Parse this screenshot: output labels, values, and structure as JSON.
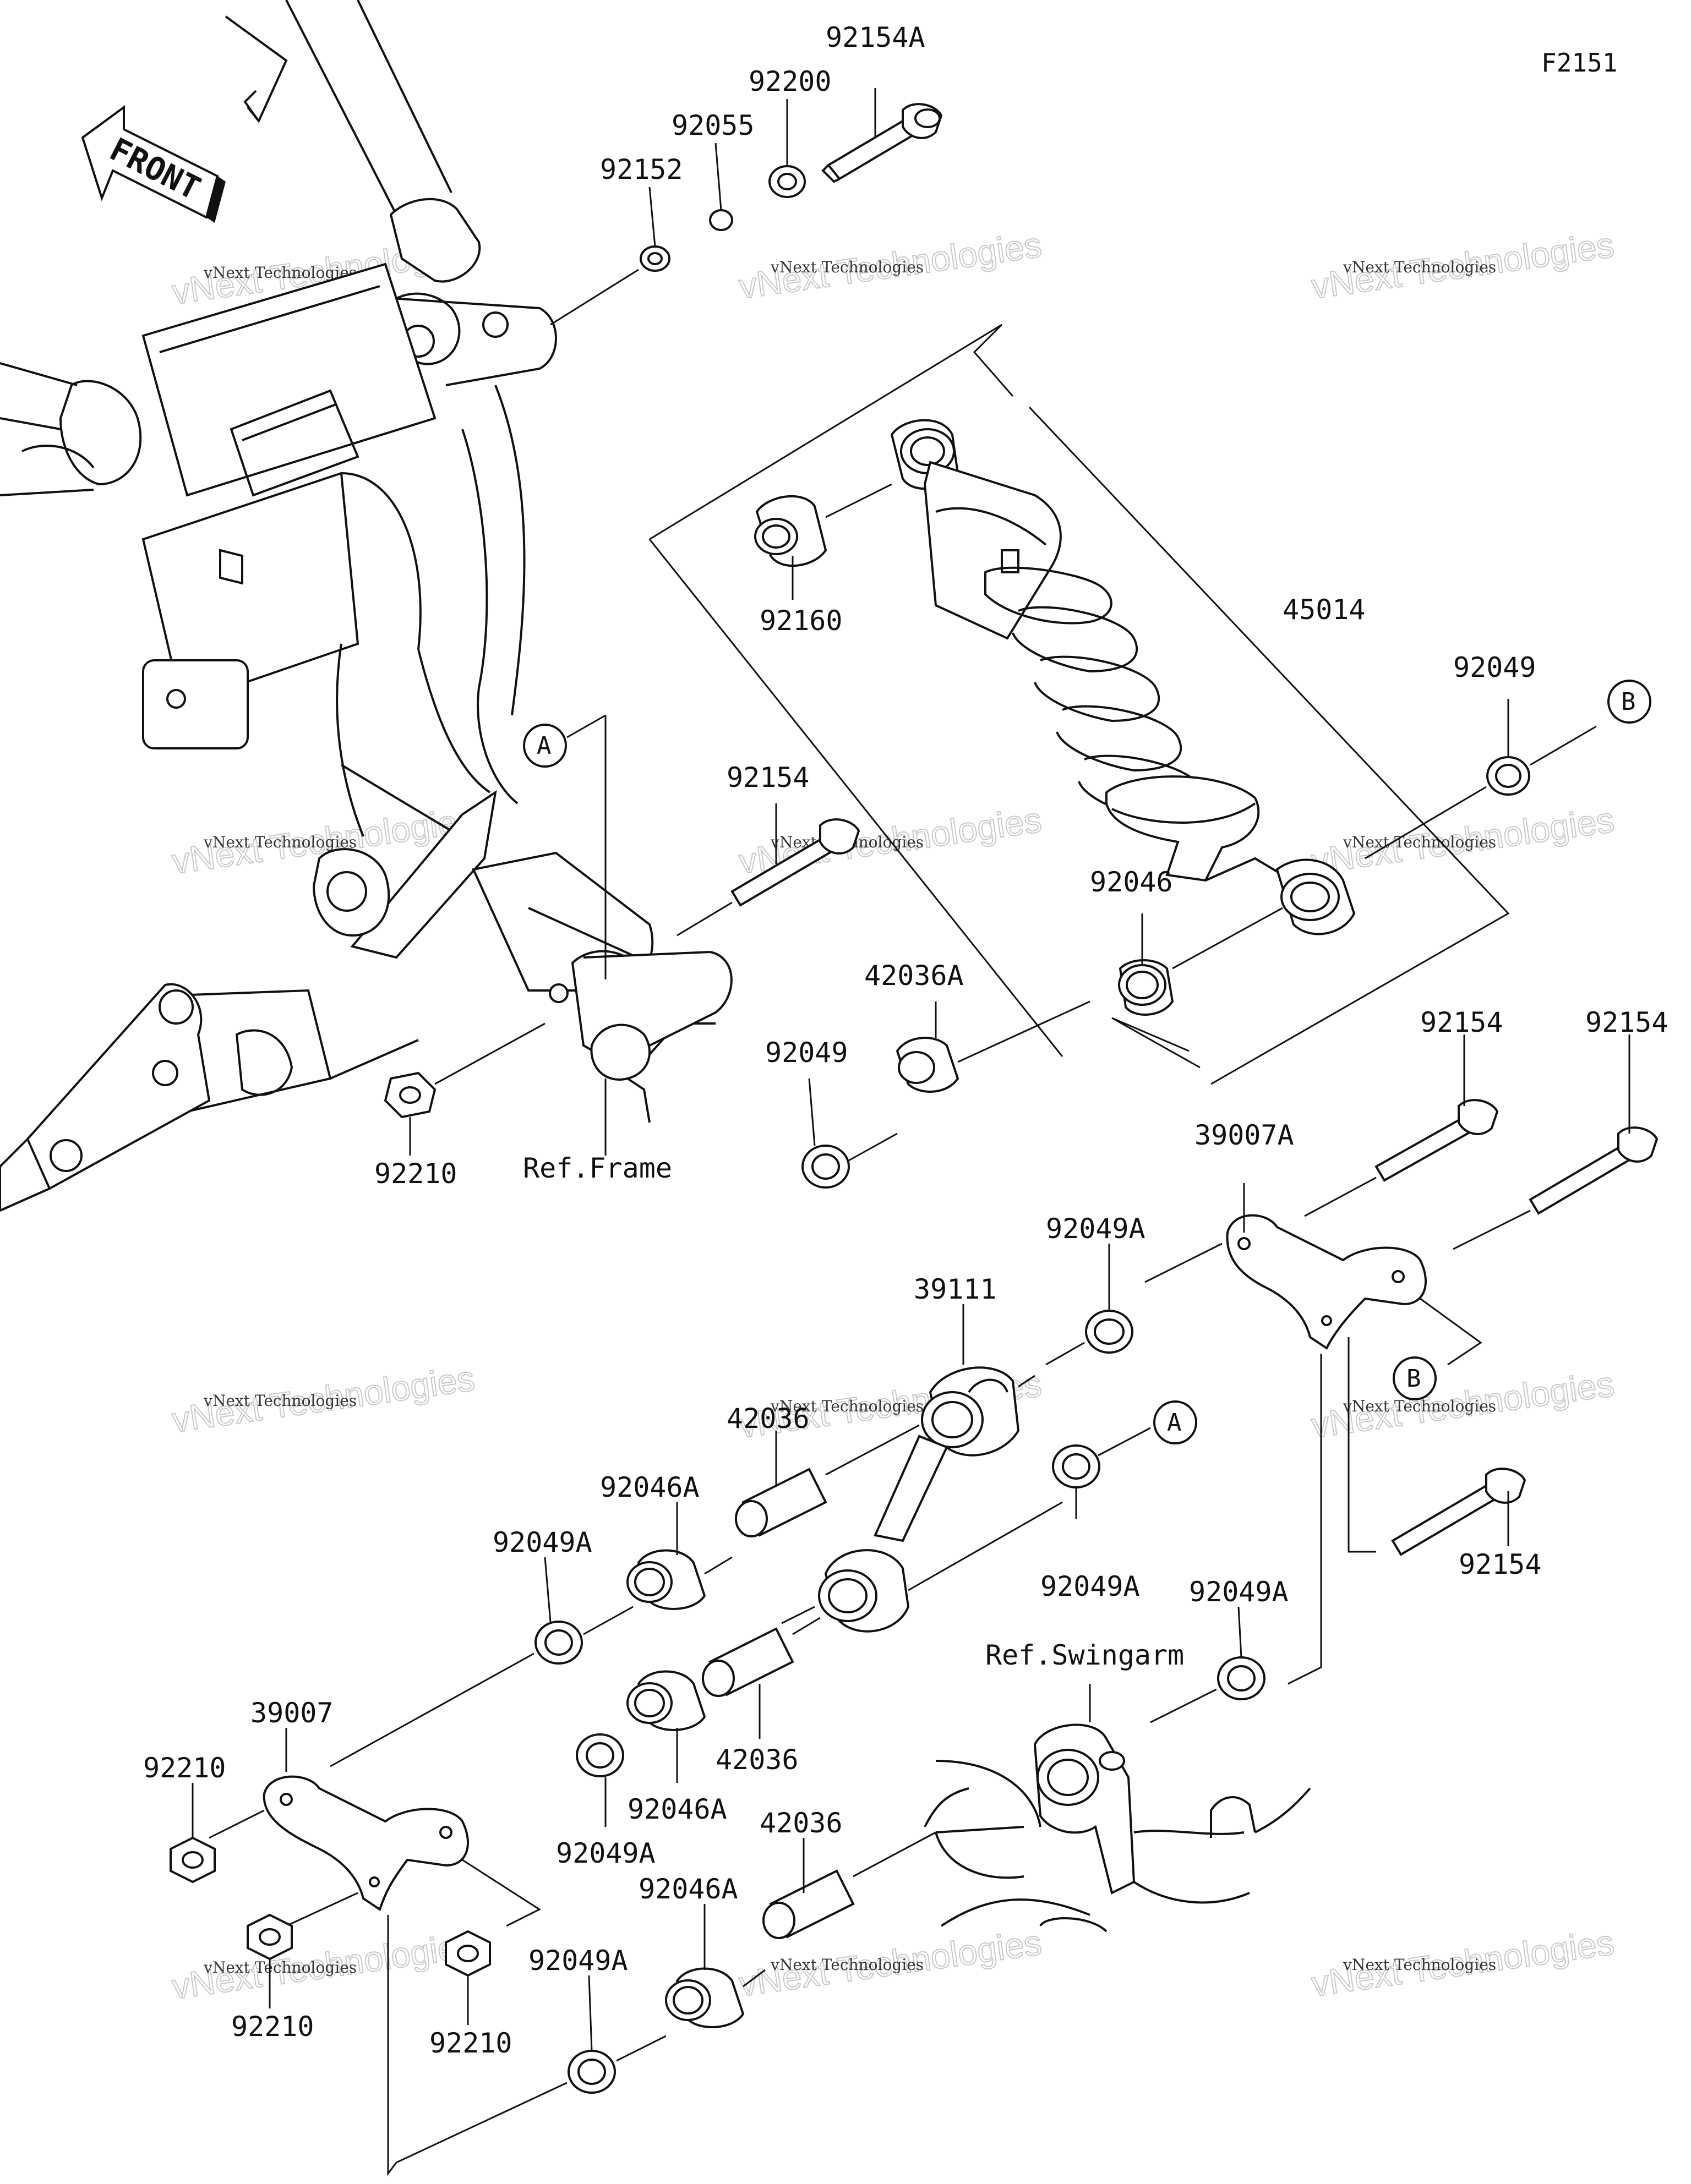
{
  "diagram_code": "F2151",
  "front_arrow_text": "FRONT",
  "watermark": {
    "small": "vNext Technologies",
    "large": "vNext Technologies"
  },
  "callouts": {
    "a": "A",
    "b": "B"
  },
  "labels": {
    "p92154A": "92154A",
    "p92200": "92200",
    "p92055": "92055",
    "p92152": "92152",
    "p92160": "92160",
    "p45014": "45014",
    "p92049_top": "92049",
    "p92154_top": "92154",
    "p92046_top": "92046",
    "p42036A": "42036A",
    "p92049_mid": "92049",
    "p92210_top": "92210",
    "ref_frame": "Ref.Frame",
    "p92154_r1": "92154",
    "p92154_r2": "92154",
    "p39007A": "39007A",
    "p92049A_1": "92049A",
    "p39111": "39111",
    "p42036_1": "42036",
    "p92046A_1": "92046A",
    "p92049A_2": "92049A",
    "p92049A_3": "92049A",
    "p92049A_4": "92049A",
    "p92154_r3": "92154",
    "ref_swingarm": "Ref.Swingarm",
    "p39007": "39007",
    "p92210_l": "92210",
    "p42036_2": "42036",
    "p92046A_2": "92046A",
    "p92049A_5": "92049A",
    "p42036_3": "42036",
    "p92046A_3": "92046A",
    "p92049A_6": "92049A",
    "p92210_b1": "92210",
    "p92210_b2": "92210"
  }
}
